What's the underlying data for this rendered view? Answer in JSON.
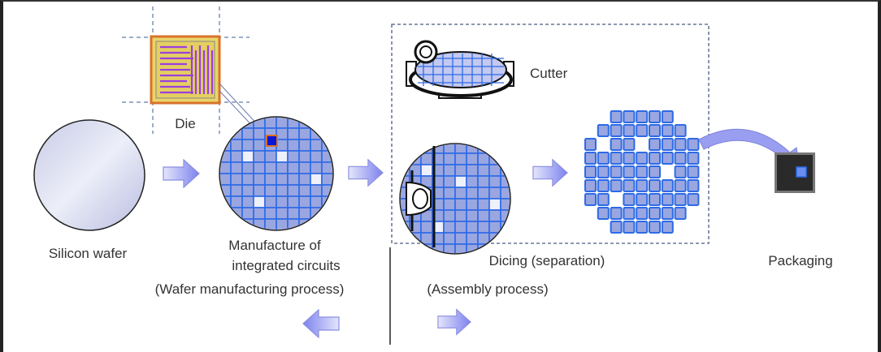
{
  "labels": {
    "die": "Die",
    "cutter": "Cutter",
    "silicon_wafer": "Silicon wafer",
    "manufacture_line1": "Manufacture of",
    "manufacture_line2": "integrated circuits",
    "wafer_process": "(Wafer manufacturing process)",
    "dicing": "Dicing (separation)",
    "packaging": "Packaging",
    "assembly_process": "(Assembly process)"
  },
  "colors": {
    "grid_blue": "#2d6ae6",
    "cell_fill": "#9aa6e0",
    "arrow_fill": "#9a9ef0",
    "die_border": "#d9722a",
    "chip": "#2a2a2a"
  }
}
